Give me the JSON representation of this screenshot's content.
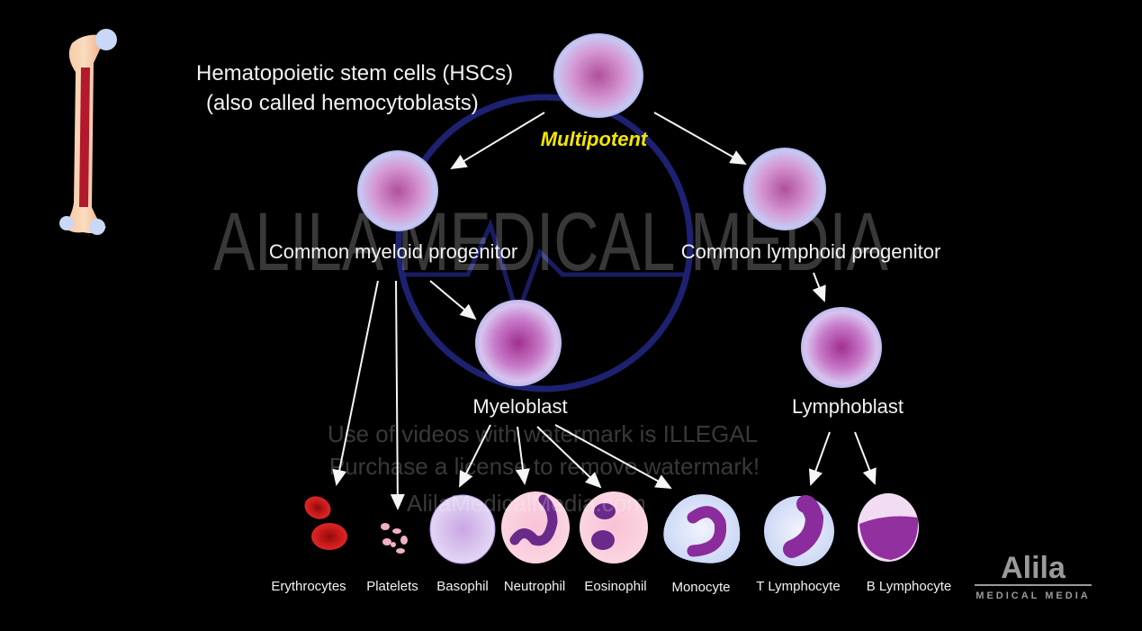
{
  "title": {
    "line1": "Hematopoietic stem cells (HSCs)",
    "line2": "(also called hemocytoblasts)"
  },
  "potency_label": "Multipotent",
  "nodes": {
    "common_myeloid": "Common myeloid progenitor",
    "common_lymphoid": "Common lymphoid progenitor",
    "myeloblast": "Myeloblast",
    "lymphoblast": "Lymphoblast"
  },
  "mature_cells": [
    "Erythrocytes",
    "Platelets",
    "Basophil",
    "Neutrophil",
    "Eosinophil",
    "Monocyte",
    "T Lymphocyte",
    "B Lymphocyte"
  ],
  "watermark": {
    "big": "ALILA MEDICAL MEDIA",
    "line1": "Use of videos with watermark is ILLEGAL",
    "line2": "Purchase a license to remove watermark!",
    "line3": "AlilaMedicalMedia.com"
  },
  "logo": {
    "name": "Alila",
    "subtitle": "MEDICAL MEDIA"
  },
  "colors": {
    "accent_yellow": "#f2e600",
    "text": "#f2f2f2",
    "watermark_circle": "#2a2fa0"
  }
}
